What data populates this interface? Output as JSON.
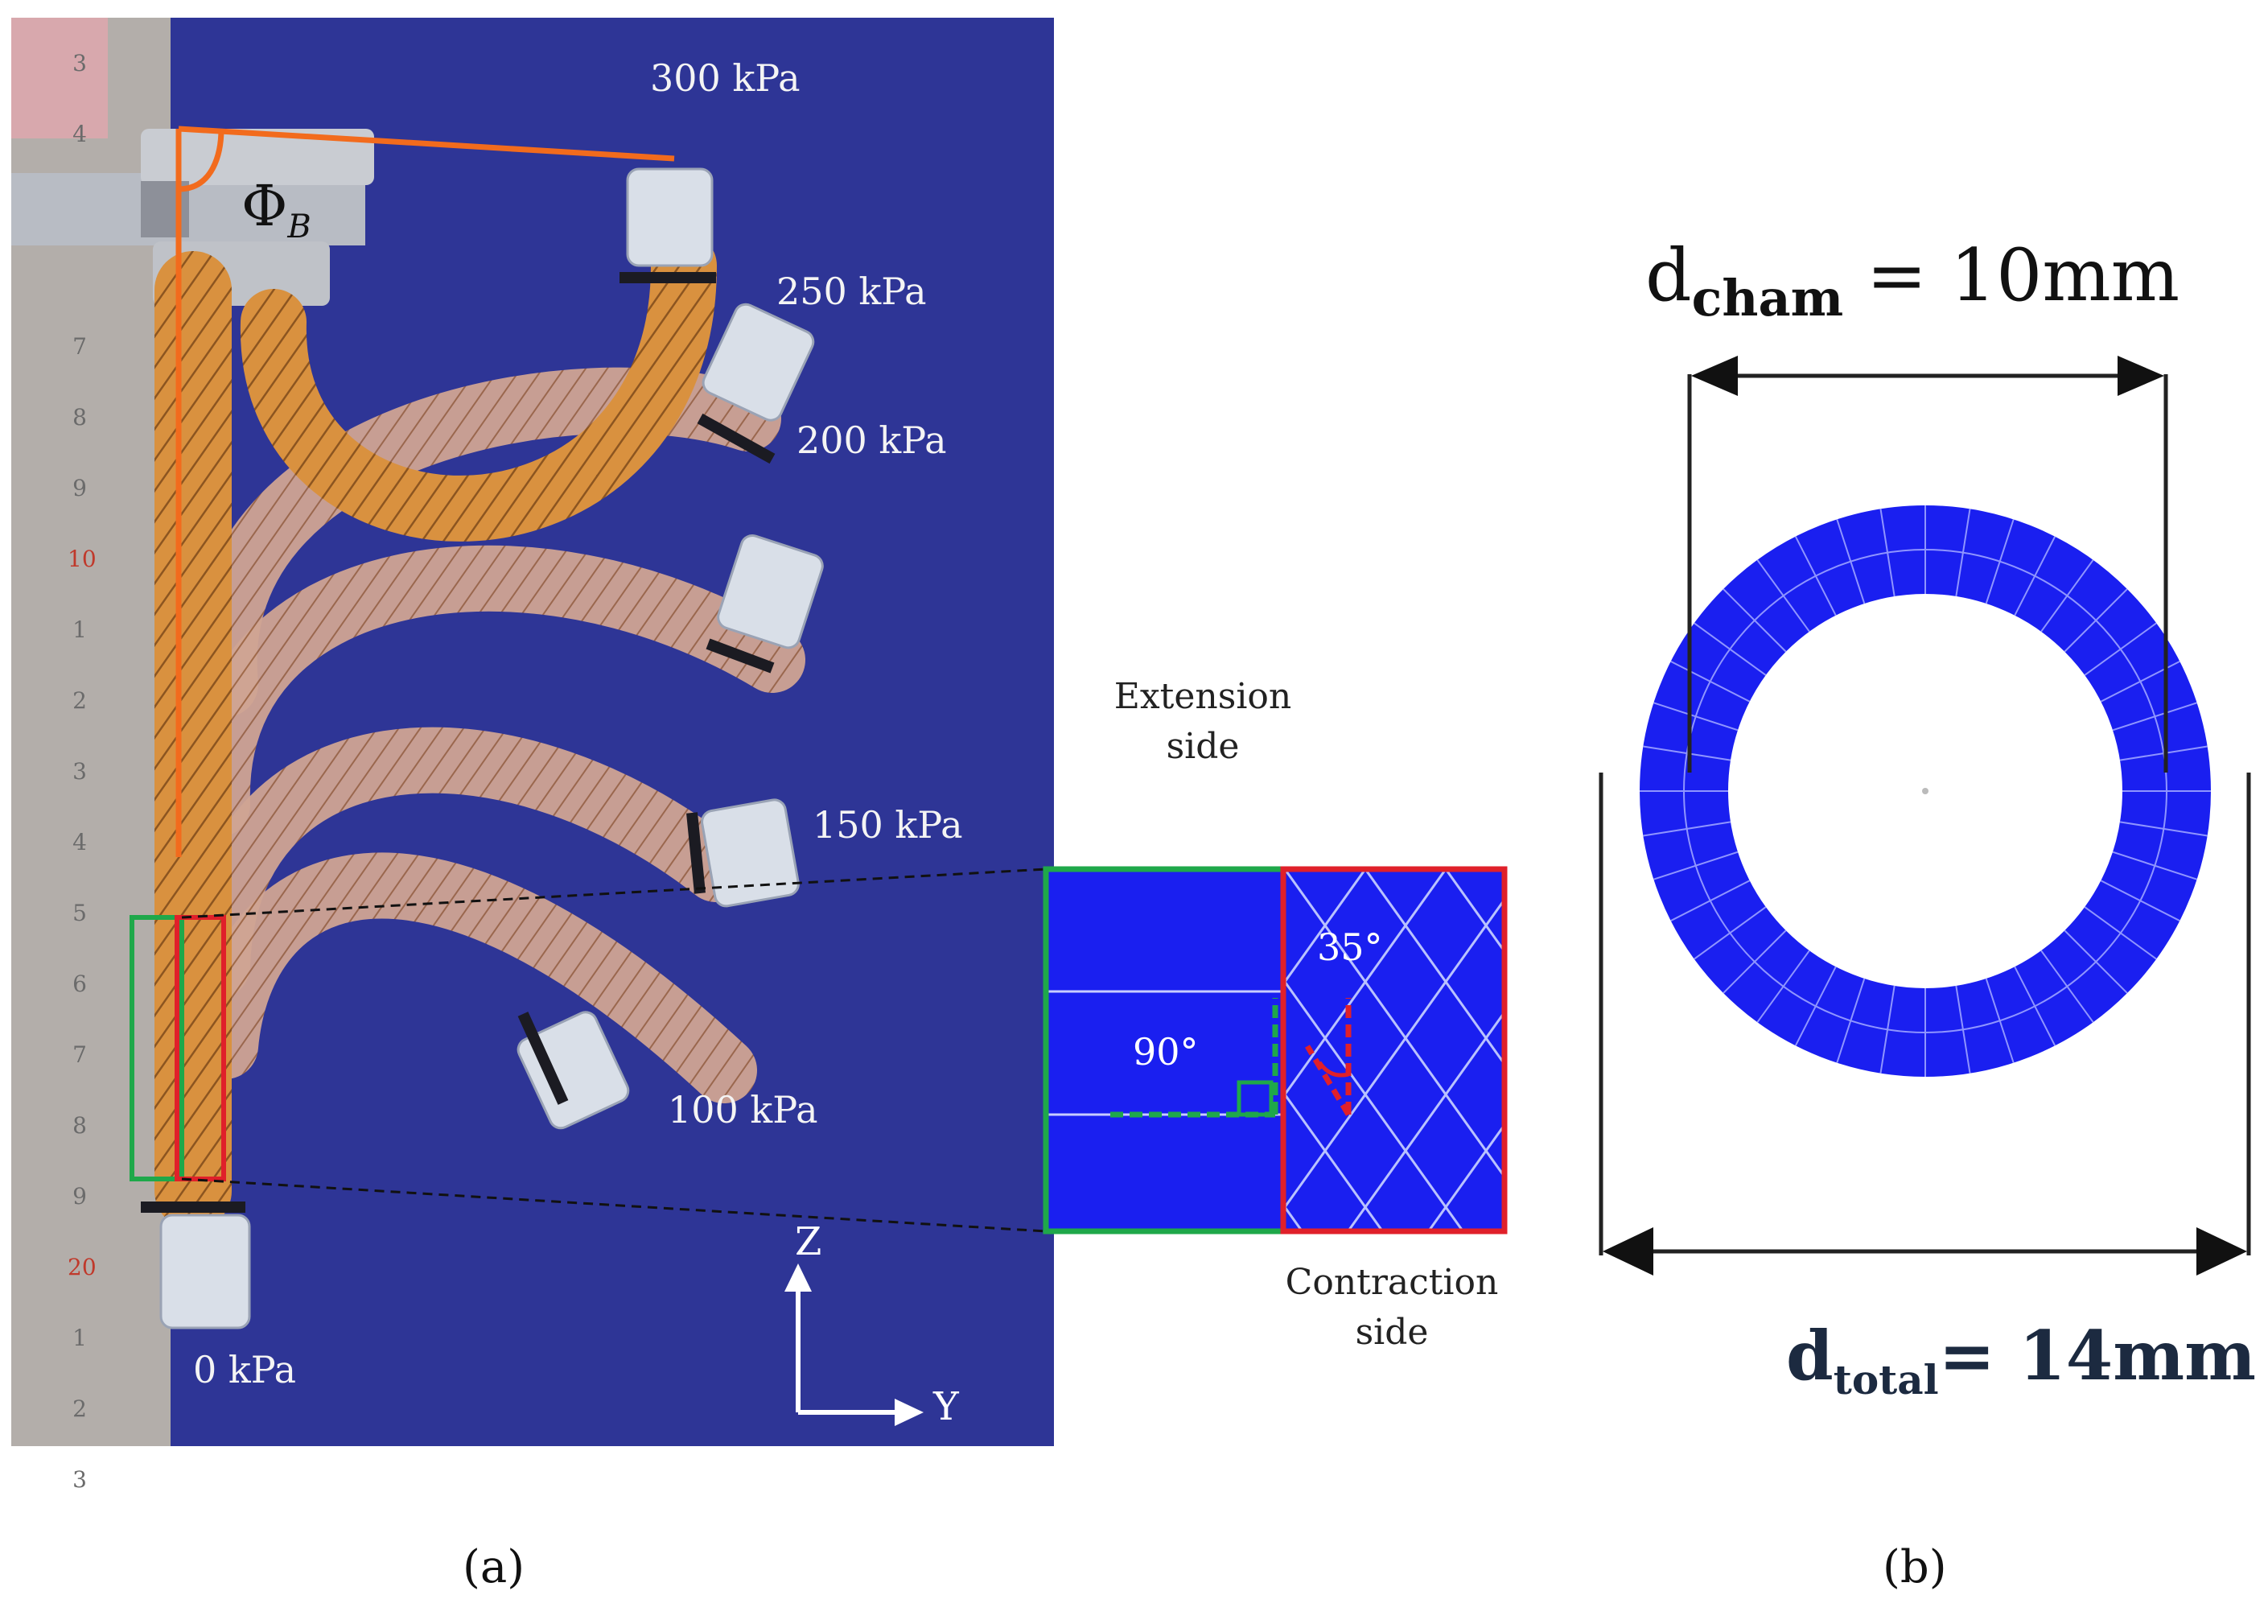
{
  "figure": {
    "panel_a": {
      "caption": "(a)",
      "pressures": [
        "300 kPa",
        "250 kPa",
        "200 kPa",
        "150 kPa",
        "100 kPa",
        "0 kPa"
      ],
      "angle_symbol": "Φ",
      "angle_subscript": "B",
      "axis_z": "Z",
      "axis_y": "Y",
      "ruler_marks": [
        "3",
        "4",
        "7",
        "8",
        "9",
        "10",
        "1",
        "2",
        "3",
        "4",
        "5",
        "6",
        "7",
        "8",
        "9",
        "20",
        "1",
        "2",
        "3"
      ],
      "inset": {
        "extension_label": "Extension\nside",
        "contraction_label": "Contraction\nside",
        "angle_extension": "90°",
        "angle_contraction": "35°"
      }
    },
    "panel_b": {
      "caption": "(b)",
      "d_cham_main": "d",
      "d_cham_sub": "cham",
      "d_cham_value": " = 10mm",
      "d_total_main": "d",
      "d_total_sub": "total",
      "d_total_value": "= 14mm"
    },
    "colors": {
      "background_photo": "#2e3596",
      "fem_blue": "#1a1ff0",
      "orange": "#f26b1d",
      "green": "#1fa84a",
      "red": "#e0202a"
    }
  }
}
